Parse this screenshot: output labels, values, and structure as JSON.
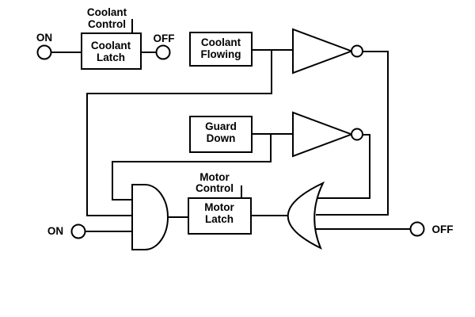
{
  "colors": {
    "background": "#ffffff",
    "line": "#000000",
    "text": "#000000"
  },
  "coolant": {
    "control_label": [
      "Coolant",
      "Control"
    ],
    "on_label": "ON",
    "off_label": "OFF",
    "latch_box": [
      "Coolant",
      "Latch"
    ],
    "flowing_box": [
      "Coolant",
      "Flowing"
    ]
  },
  "guard": {
    "box": [
      "Guard",
      "Down"
    ]
  },
  "motor": {
    "control_label": [
      "Motor",
      "Control"
    ],
    "latch_box": [
      "Motor",
      "Latch"
    ],
    "on_label": "ON",
    "off_label": "OFF"
  }
}
